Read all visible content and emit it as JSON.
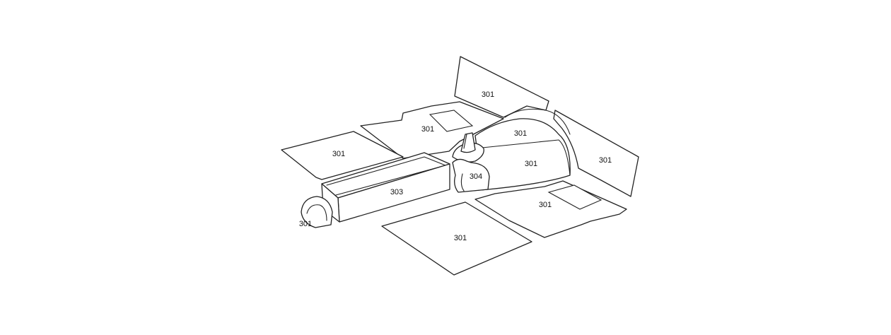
{
  "diagram": {
    "labels": {
      "rear_left_panel": "301",
      "rear_center_panel": "301",
      "rear_upright_panel": "301",
      "tunnel_top": "301",
      "tunnel_side": "301",
      "right_side_panel": "301",
      "right_floor_panel": "301",
      "front_floor_panel": "301",
      "wheel_arch": "301",
      "console_box": "303",
      "shifter_boot": "304"
    }
  }
}
